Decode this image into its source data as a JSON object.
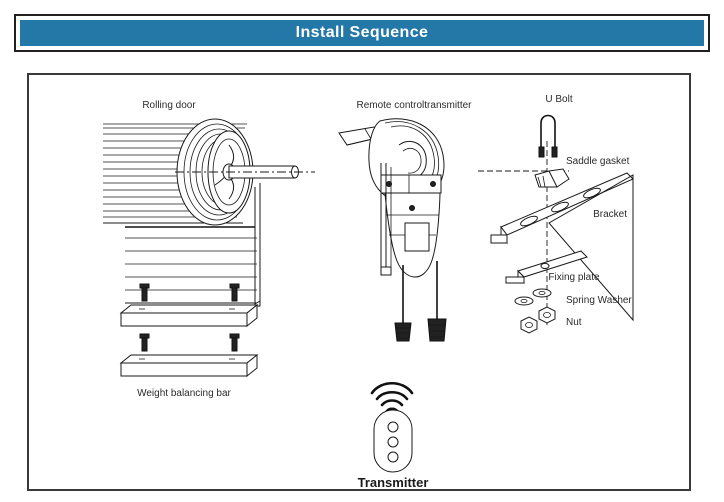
{
  "header": {
    "title": "Install Sequence",
    "background_color": "#2478a8",
    "text_color": "#ffffff",
    "border_color": "#231f20"
  },
  "diagram": {
    "type": "exploded-assembly-installation-diagram",
    "background_color": "#ffffff",
    "line_color": "#1a1a1a",
    "labels": {
      "rolling_door": "Rolling door",
      "weight_balancing_bar": "Weight balancing bar",
      "remote_control_transmitter": "Remote controltransmitter",
      "transmitter": "Transmitter",
      "u_bolt": "U Bolt",
      "saddle_gasket": "Saddle gasket",
      "bracket": "Bracket",
      "fixing_plate": "Fixing plate",
      "spring_washer": "Spring Washer",
      "nut": "Nut"
    },
    "sections": [
      {
        "name": "rolling-door",
        "title": "Rolling door",
        "parts": [
          "door-curtain-slats",
          "coil-spiral",
          "hub-with-spokes",
          "axle-shaft",
          "guide-rail"
        ]
      },
      {
        "name": "weight-balancing-bar",
        "title": "Weight balancing bar",
        "parts": [
          "upper-bar",
          "lower-bar",
          "mounting-screws"
        ]
      },
      {
        "name": "motor-unit",
        "title": "Remote controltransmitter",
        "parts": [
          "motor-housing",
          "drive-chain",
          "pull-cords",
          "pull-weights",
          "control-panel"
        ]
      },
      {
        "name": "bracket-assembly",
        "title": "Bracket",
        "parts": [
          "u-bolt",
          "saddle-gasket",
          "bracket",
          "fixing-plate",
          "spring-washer",
          "nut"
        ]
      },
      {
        "name": "handheld-remote",
        "title": "Transmitter",
        "parts": [
          "signal-waves",
          "remote-body",
          "button-1",
          "button-2",
          "button-3"
        ]
      }
    ]
  }
}
